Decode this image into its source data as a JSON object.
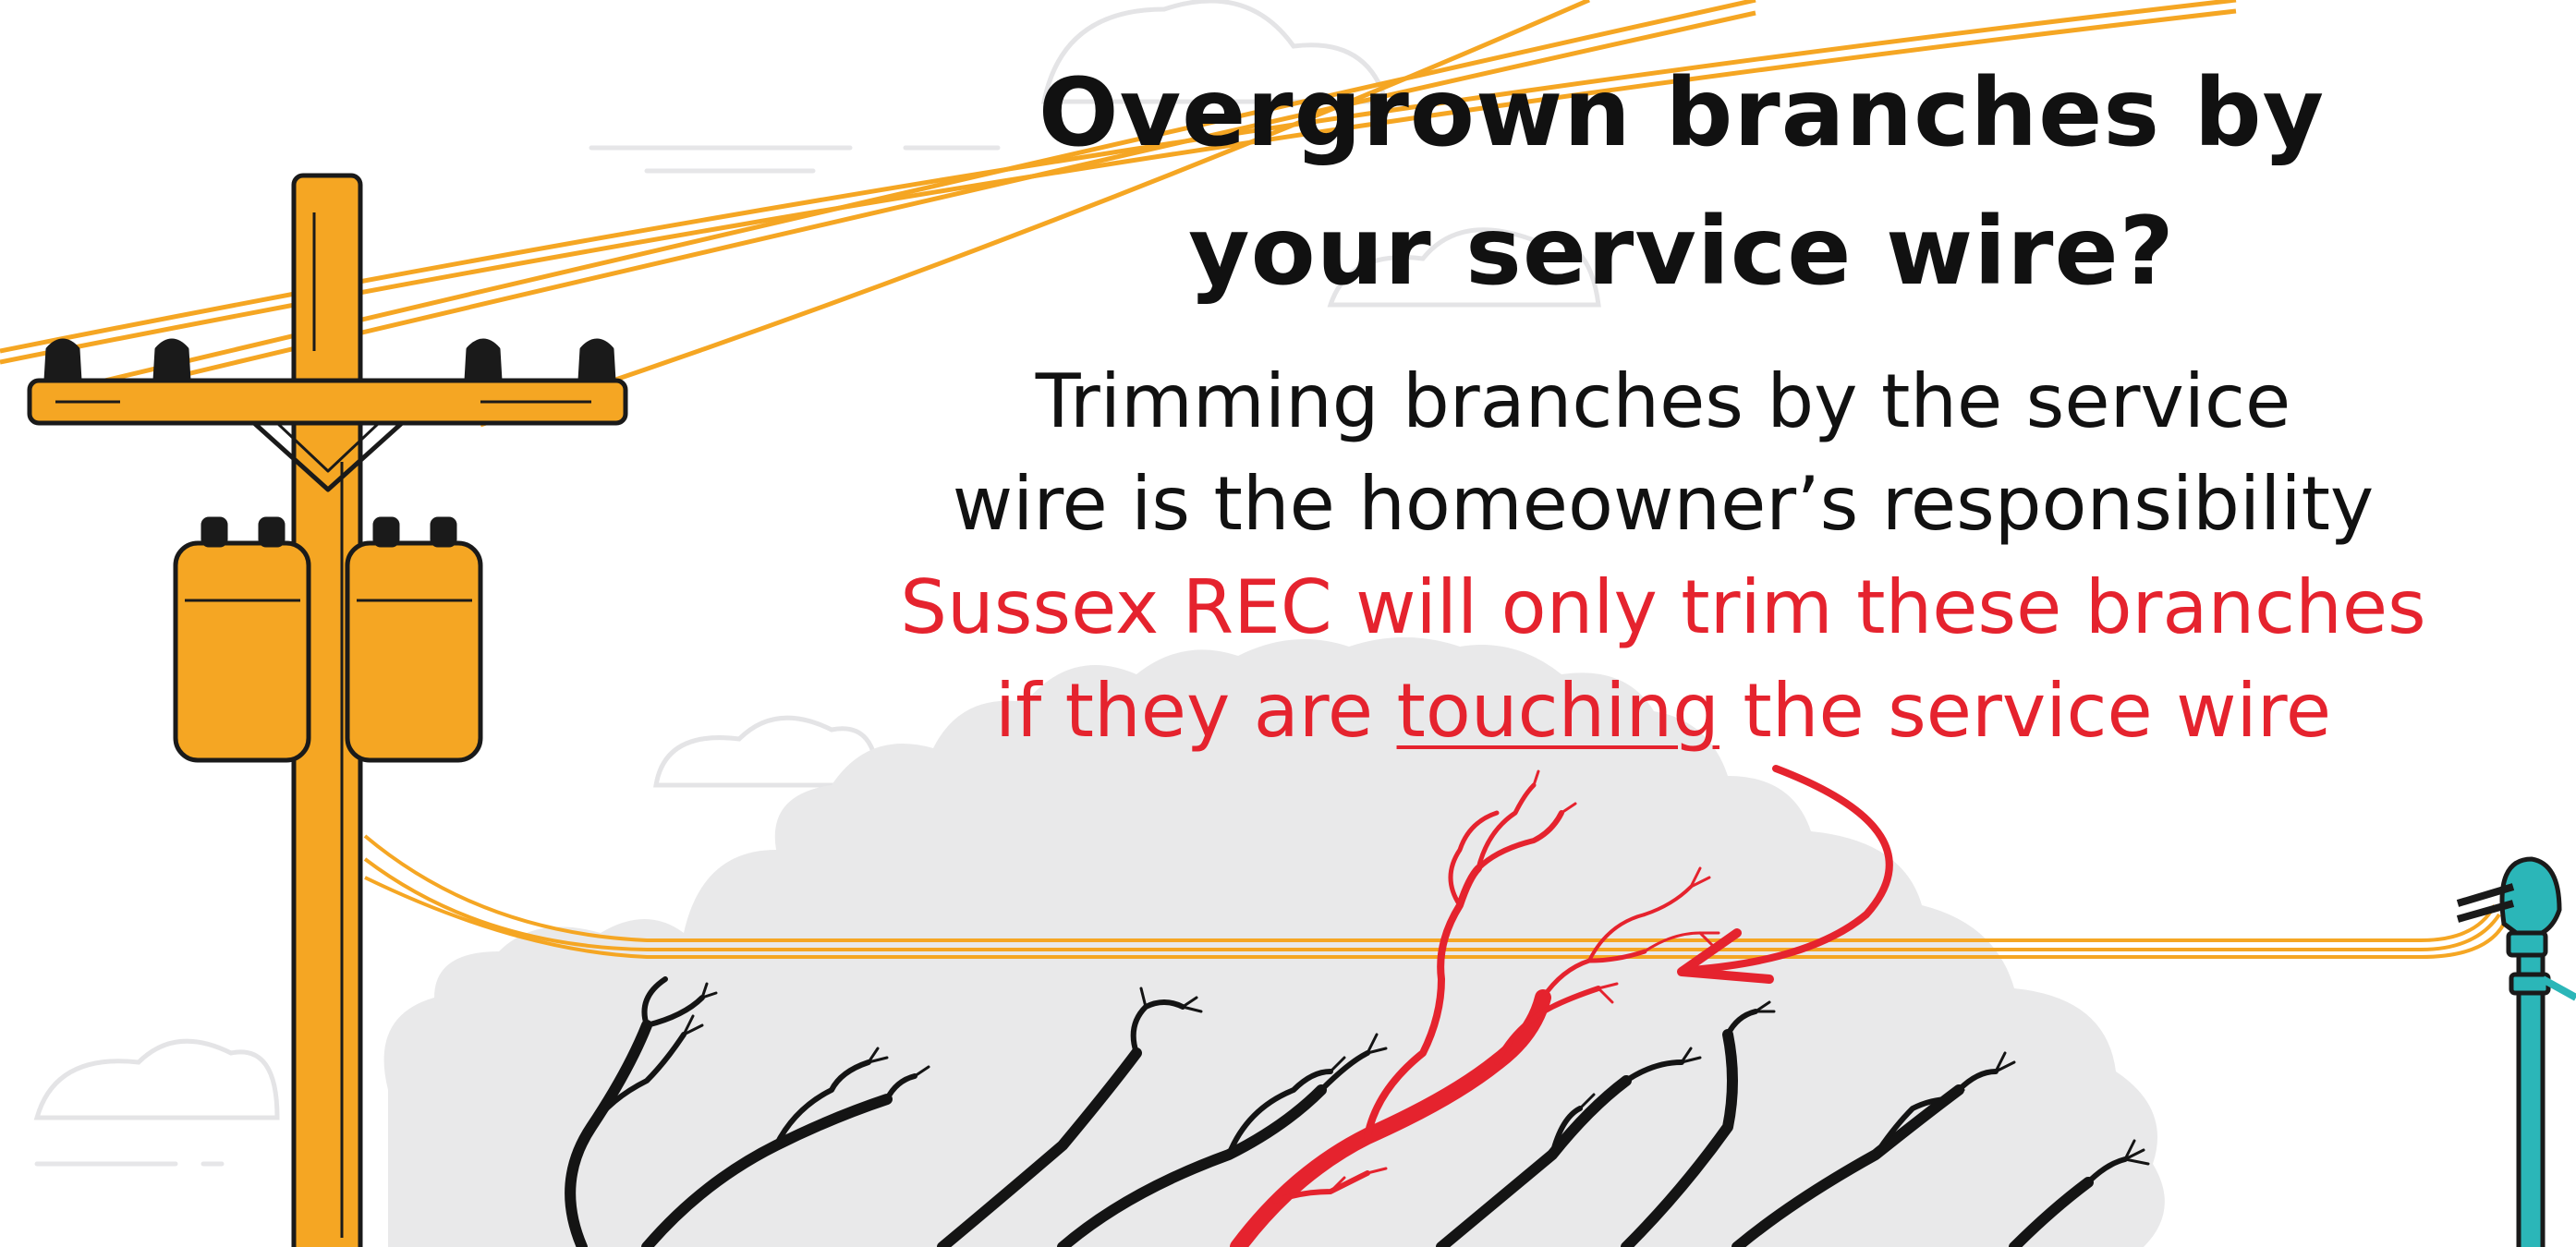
{
  "headline": {
    "line1": "Overgrown branches by",
    "line2": "your service wire?"
  },
  "body": {
    "line1": "Trimming branches by the service",
    "line2": "wire is the homeowner’s responsibility"
  },
  "notice": {
    "line1": "Sussex REC will only trim these branches",
    "line2_before": "if they are ",
    "line2_emphasis": "touching",
    "line2_after": " the service wire"
  },
  "colors": {
    "pole": "#f5a623",
    "wire": "#f5a623",
    "notice": "#e5232e",
    "meter": "#2bb6b8",
    "canopy": "#e9e9ea",
    "outline": "#1a1a1a"
  },
  "icons": [
    "utility-pole-icon",
    "transformer-icon",
    "service-meter-icon",
    "tree-canopy-icon",
    "branch-icon",
    "arrow-icon",
    "cloud-icon"
  ]
}
